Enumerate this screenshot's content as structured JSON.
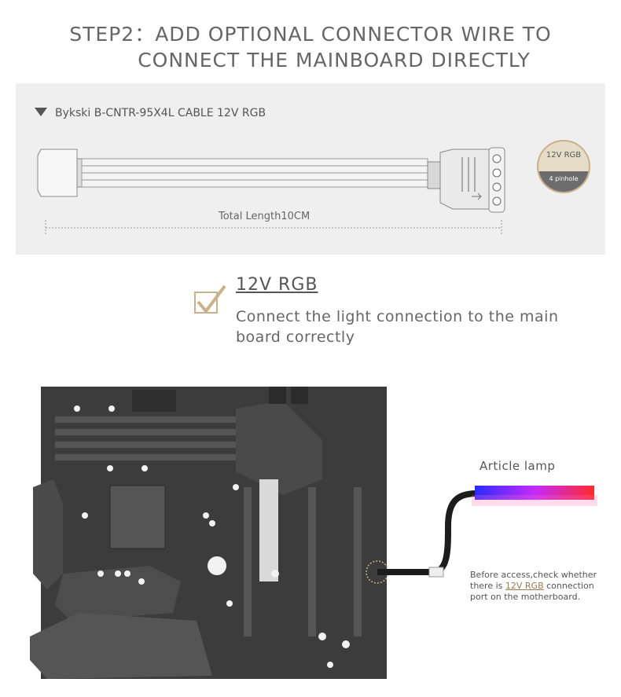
{
  "header": {
    "line1": "STEP2：ADD OPTIONAL CONNECTOR WIRE TO",
    "line2": "CONNECT THE MAINBOARD DIRECTLY"
  },
  "cable": {
    "caption": "Bykski B-CNTR-95X4L  CABLE 12V RGB",
    "length_label": "Total Length10CM",
    "badge": {
      "top": "12V RGB",
      "bottom": "4 pinhole"
    }
  },
  "rgb": {
    "title": "12V RGB",
    "description": "Connect the light connection to the main board correctly"
  },
  "lamp": {
    "label": "Article lamp"
  },
  "note": {
    "before": "Before access,check whether there is ",
    "highlight": "12V RGB",
    "after": " connection port on the motherboard."
  },
  "colors": {
    "accent": "#c9b28a",
    "board": "#3a3a3a",
    "lamp_start": "#2b2bff",
    "lamp_end": "#ff2a2a"
  }
}
